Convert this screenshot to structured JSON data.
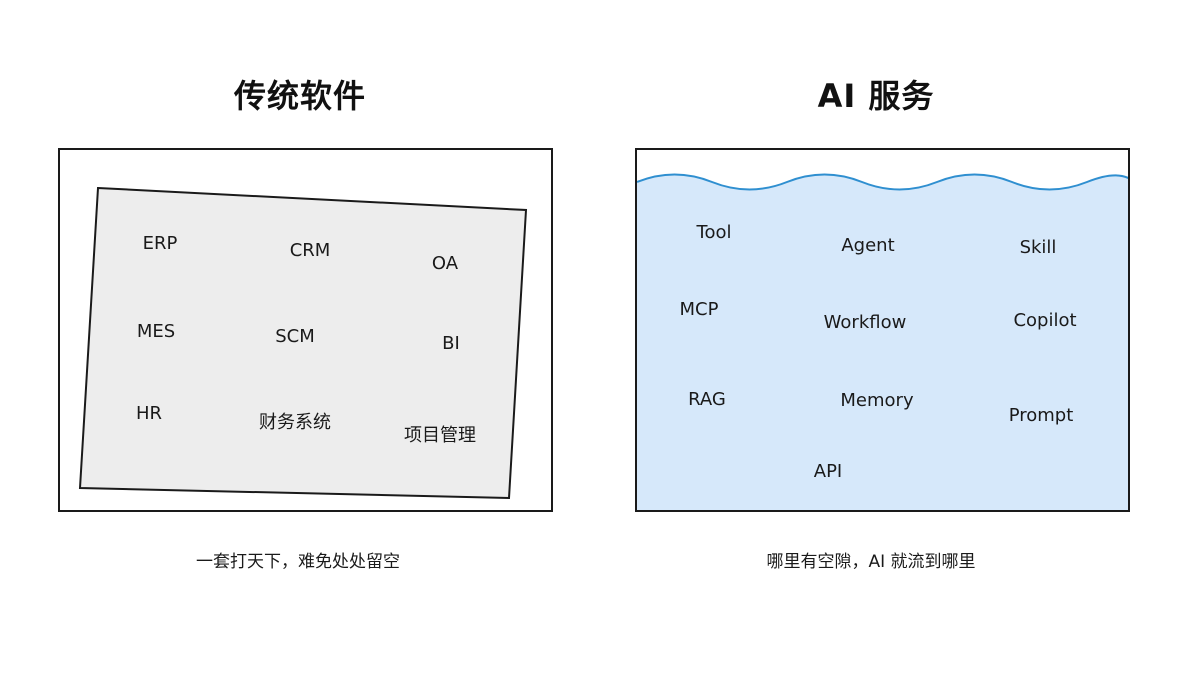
{
  "left": {
    "title": "传统软件",
    "terms": {
      "erp": "ERP",
      "crm": "CRM",
      "oa": "OA",
      "mes": "MES",
      "scm": "SCM",
      "bi": "BI",
      "hr": "HR",
      "finance": "财务系统",
      "project": "项目管理"
    },
    "caption": "一套打天下，难免处处留空",
    "colors": {
      "sheet_fill": "#ededed",
      "sheet_border": "#1a1a1a"
    }
  },
  "right": {
    "title": "AI 服务",
    "terms": {
      "tool": "Tool",
      "agent": "Agent",
      "skill": "Skill",
      "mcp": "MCP",
      "workflow": "Workflow",
      "copilot": "Copilot",
      "rag": "RAG",
      "memory": "Memory",
      "prompt": "Prompt",
      "api": "API"
    },
    "caption": "哪里有空隙，AI 就流到哪里",
    "colors": {
      "water_fill": "#d6e8fa",
      "wave_line": "#2f8fd0"
    }
  }
}
